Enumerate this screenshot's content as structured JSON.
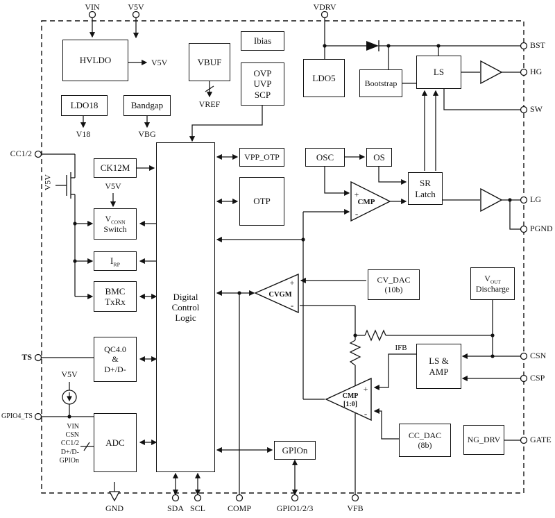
{
  "pins": {
    "top": [
      "VIN",
      "V5V",
      "VDRV"
    ],
    "right": [
      "BST",
      "HG",
      "SW",
      "LG",
      "PGND",
      "CSN",
      "CSP",
      "GATE"
    ],
    "left": [
      "CC1/2",
      "TS",
      "GPIO4_TS"
    ],
    "bottom": [
      "GND",
      "SDA",
      "SCL",
      "COMP",
      "GPIO1/2/3",
      "VFB"
    ]
  },
  "blocks": {
    "hvldo": "HVLDO",
    "ldo18": "LDO18",
    "bandgap": "Bandgap",
    "vbuf": "VBUF",
    "ibias": "Ibias",
    "ovp_uvp_scp": "OVP\nUVP\nSCP",
    "ldo5": "LDO5",
    "bootstrap": "Bootstrap",
    "ls": "LS",
    "ck12m": "CK12M",
    "vconn_switch": {
      "v": "V",
      "sub": "CONN",
      "line2": "Switch"
    },
    "irp": {
      "i": "I",
      "sub": "RP"
    },
    "bmc_txrx": "BMC\nTxRx",
    "dcl": "Digital\nControl\nLogic",
    "vpp_otp": "VPP_OTP",
    "otp": "OTP",
    "osc": "OSC",
    "os": "OS",
    "sr_latch": "SR\nLatch",
    "cv_dac": {
      "line1": "CV_DAC",
      "line2": "(10b)"
    },
    "vout_discharge": {
      "v": "V",
      "sub": "OUT",
      "line2": "Discharge"
    },
    "ls_amp": "LS &\nAMP",
    "cc_dac": {
      "line1": "CC_DAC",
      "line2": "(8b)"
    },
    "ng_drv": "NG_DRV",
    "qc": "QC4.0\n&\nD+/D-",
    "adc": "ADC",
    "gpion": "GPIOn"
  },
  "triangles": {
    "cmp": "CMP",
    "cvgm": "CVGM",
    "cmp2_line1": "CMP",
    "cmp2_line2": "[1:0]"
  },
  "nets": {
    "v5v_out": "V5V",
    "v18": "V18",
    "vbg": "VBG",
    "vref": "VREF",
    "v5v_vconn": "V5V",
    "v5v_cs": "V5V",
    "v5v_fet": "V5V",
    "ifb": "IFB",
    "adc_inputs": "VIN\nCSN\nCC1/2\nD+/D-\nGPIOn"
  },
  "symbols": {
    "plus": "+",
    "minus": "-"
  }
}
